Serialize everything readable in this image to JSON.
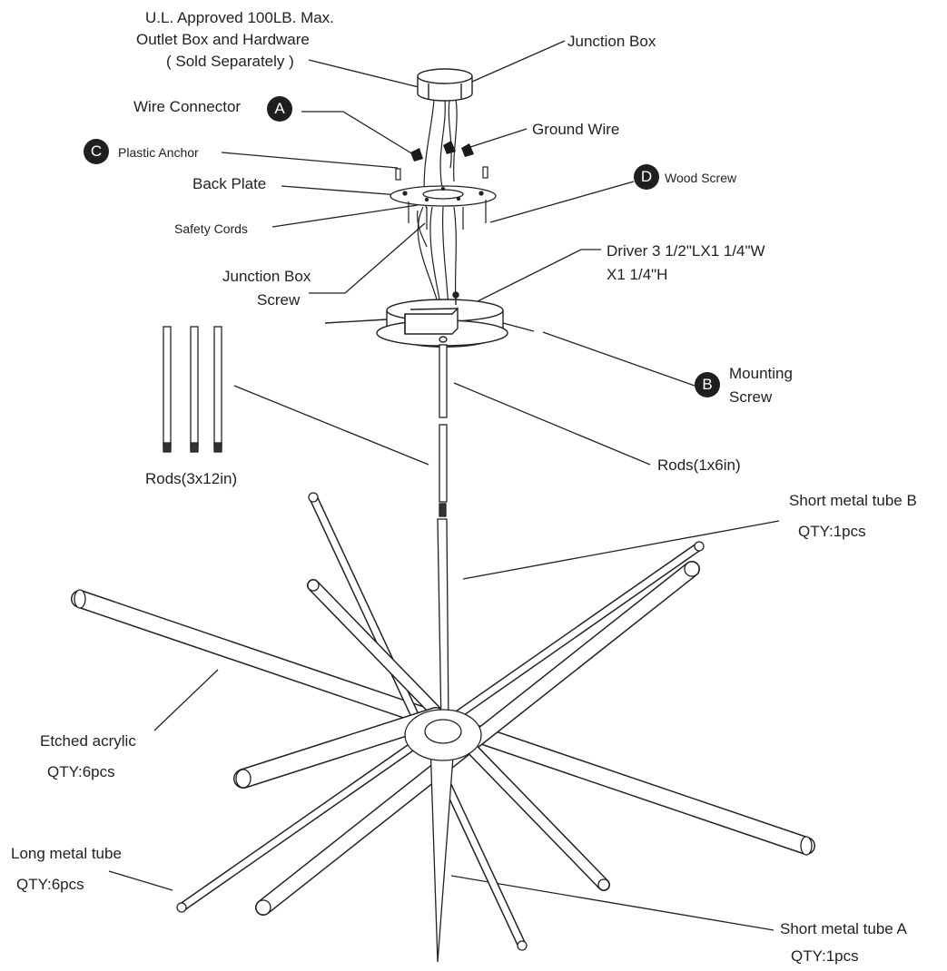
{
  "labels": {
    "ul_approved_line1": "U.L. Approved 100LB. Max.",
    "ul_approved_line2": "Outlet Box and Hardware",
    "ul_approved_line3": "( Sold Separately )",
    "junction_box": "Junction Box",
    "wire_connector": "Wire Connector",
    "ground_wire": "Ground Wire",
    "plastic_anchor": "Plastic Anchor",
    "wood_screw": "Wood Screw",
    "back_plate": "Back Plate",
    "safety_cords": "Safety Cords",
    "junction_box_screw_line1": "Junction Box",
    "junction_box_screw_line2": "Screw",
    "driver_line1": "Driver 3 1/2\"LX1 1/4\"W",
    "driver_line2": "X1 1/4\"H",
    "mounting_screw_line1": "Mounting",
    "mounting_screw_line2": "Screw",
    "rods_3x12": "Rods(3x12in)",
    "rods_1x6": "Rods(1x6in)",
    "short_tube_b": "Short metal tube B",
    "short_tube_b_qty": "QTY:1pcs",
    "etched_acrylic": "Etched acrylic",
    "etched_acrylic_qty": "QTY:6pcs",
    "long_tube": "Long metal tube",
    "long_tube_qty": "QTY:6pcs",
    "short_tube_a": "Short metal tube A",
    "short_tube_a_qty": "QTY:1pcs"
  },
  "badges": {
    "a": "A",
    "b": "B",
    "c": "C",
    "d": "D"
  }
}
